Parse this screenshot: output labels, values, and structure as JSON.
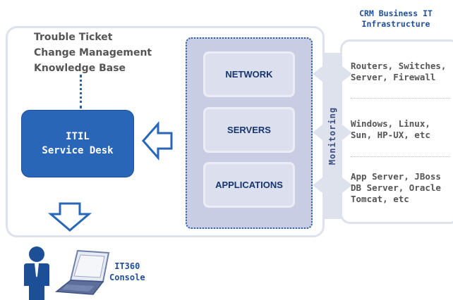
{
  "itsm": {
    "items": [
      "Trouble Ticket",
      "Change Management",
      "Knowledge Base"
    ]
  },
  "service_desk": {
    "line1": "ITIL",
    "line2": "Service Desk"
  },
  "tiers": {
    "network": "NETWORK",
    "servers": "SERVERS",
    "applications": "APPLICATIONS"
  },
  "monitoring": {
    "label": "Monitoring"
  },
  "infrastructure": {
    "title_line1": "CRM Business IT",
    "title_line2": "Infrastructure",
    "items": [
      {
        "line1": "Routers, Switches,",
        "line2": "Server, Firewall",
        "line3": ""
      },
      {
        "line1": "Windows, Linux,",
        "line2": "Sun, HP-UX, etc",
        "line3": ""
      },
      {
        "line1": "App Server, JBoss",
        "line2": "DB Server, Oracle",
        "line3": "Tomcat, etc"
      }
    ]
  },
  "console": {
    "line1": "IT360",
    "line2": "Console"
  },
  "colors": {
    "primary_blue": "#2a66b8",
    "panel_border": "#dde2ec",
    "group_fill": "#c8cde4",
    "tier_fill": "#dcdfee",
    "title_blue": "#1f4f9a"
  }
}
